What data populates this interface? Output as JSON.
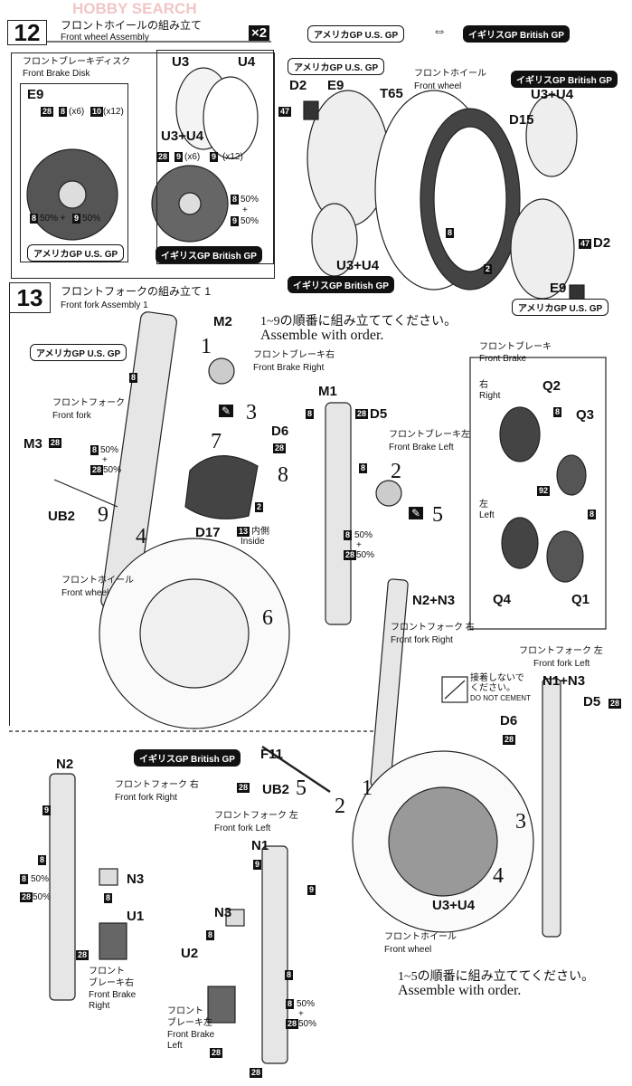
{
  "watermark": "HOBBY SEARCH",
  "step12": {
    "number": "12",
    "title_jp": "フロントホイールの組み立て",
    "title_en": "Front wheel Assembly",
    "multiplier": "×2",
    "disk_jp": "フロントブレーキディスク",
    "disk_en": "Front Brake Disk",
    "labels": [
      "E9",
      "28",
      "8",
      "(x6)",
      "10",
      "(x12)",
      "8",
      "50% +",
      "9",
      "50%",
      "アメリカGP U.S. GP",
      "U3",
      "U4",
      "U3+U4",
      "28",
      "9",
      "(x6)",
      "9",
      "(x12)",
      "8",
      "50%",
      "+",
      "9",
      "50%",
      "イギリスGP British GP"
    ],
    "legend_us": "アメリカGP U.S. GP",
    "legend_uk": "イギリスGP British GP",
    "diagram": [
      "アメリカGP U.S. GP",
      "D2",
      "E9",
      "T65",
      "フロントホイール",
      "Front wheel",
      "イギリスGP British GP",
      "U3+U4",
      "D15",
      "47",
      "8",
      "2",
      "U3+U4",
      "イギリスGP British GP",
      "47",
      "D2",
      "E9",
      "アメリカGP U.S. GP"
    ]
  },
  "step13": {
    "number": "13",
    "title_jp": "フロントフォークの組み立て 1",
    "title_en": "Front fork Assembly 1",
    "order_jp": "1~9の順番に組み立ててください。",
    "order_en": "Assemble with order.",
    "labels": [
      "M2",
      "1",
      "アメリカGP U.S. GP",
      "8",
      "フロントフォーク",
      "Front fork",
      "M3",
      "28",
      "8",
      "50%",
      "+",
      "28",
      "50%",
      "UB2",
      "9",
      "4",
      "7",
      "3",
      "フロントブレーキ右",
      "Front Brake Right",
      "D17",
      "2",
      "13",
      "内側",
      "Inside",
      "8",
      "M1",
      "8",
      "D6",
      "28",
      "28",
      "D5",
      "フロントブレーキ左",
      "Front Brake Left",
      "8",
      "2",
      "5",
      "8",
      "50%",
      "+",
      "28",
      "50%",
      "6",
      "フロントホイール",
      "Front wheel"
    ],
    "brake_box": [
      "フロントブレーキ",
      "Front Brake",
      "右",
      "Right",
      "Q2",
      "8",
      "Q3",
      "92",
      "左",
      "Left",
      "8",
      "Q4",
      "Q1"
    ]
  },
  "step14": {
    "labels": [
      "N2+N3",
      "フロントフォーク 右",
      "Front fork Right",
      "接着しないで",
      "ください。",
      "DO NOT CEMENT",
      "フロントフォーク 左",
      "Front fork Left",
      "N1+N3",
      "D5",
      "28",
      "D6",
      "28",
      "F11",
      "28",
      "UB2",
      "5",
      "2",
      "1",
      "3",
      "4",
      "U3+U4",
      "フロントホイール",
      "Front wheel"
    ],
    "order_jp": "1~5の順番に組み立ててください。",
    "order_en": "Assemble with order.",
    "uk": [
      "イギリスGP British GP",
      "N2",
      "フロントフォーク 右",
      "Front fork Right",
      "9",
      "8",
      "8",
      "50%",
      "28",
      "50%",
      "N3",
      "8",
      "U1",
      "フロント",
      "ブレーキ右",
      "Front Brake",
      "Right",
      "28",
      "フロントフォーク 左",
      "Front fork Left",
      "N1",
      "9",
      "9",
      "N3",
      "8",
      "U2",
      "8",
      "フロント",
      "ブレーキ左",
      "Front Brake",
      "Left",
      "8",
      "50%",
      "+",
      "28",
      "50%",
      "28",
      "28"
    ]
  }
}
